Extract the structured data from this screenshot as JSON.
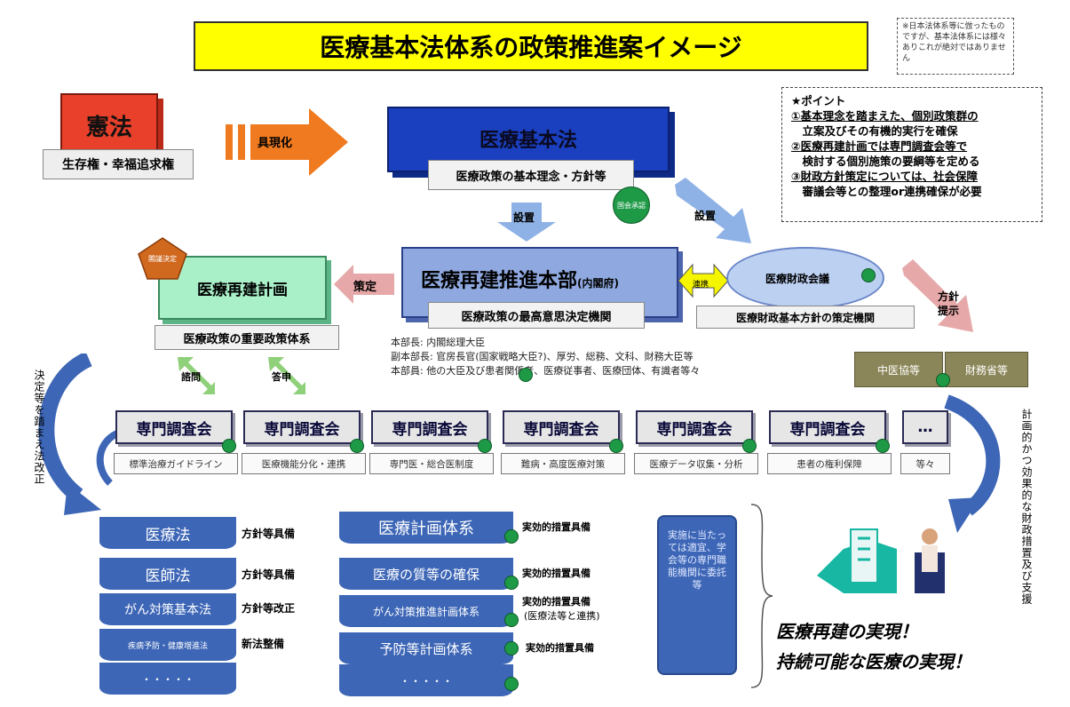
{
  "title": "医療基本法体系の政策推進案イメージ",
  "note": "※日本法体系等に倣ったものですが、基本法体系には様々ありこれが絶対ではありません",
  "points": {
    "header": "★ポイント",
    "lines": [
      "①基本理念を踏まえた、個別政策群の",
      "　立案及びその有機的実行を確保",
      "②医療再建計画では専門調査会等で",
      "　検討する個別施策の要綱等を定める",
      "③財政方針策定については、社会保障",
      "　審議会等との整理or連携確保が必要"
    ]
  },
  "kenpo": {
    "label": "憲法",
    "sub": "生存権・幸福追求権"
  },
  "arrow_gutaika": "具現化",
  "kihonho": {
    "label": "医療基本法",
    "sub": "医療政策の基本理念・方針等",
    "badge": "国会承認"
  },
  "arrow_setchi_1": "設置",
  "arrow_setchi_2": "設置",
  "honbu": {
    "label": "医療再建推進本部",
    "suffix": "(内閣府)",
    "sub": "医療政策の最高意思決定機関"
  },
  "arrow_sakutei": "策定",
  "keikaku": {
    "label": "医療再建計画",
    "sub": "医療政策の重要政策体系",
    "badge": "閣議決定"
  },
  "renkei": "連携",
  "zaisei": {
    "label": "医療財政会議",
    "sub": "医療財政基本方針の策定機関"
  },
  "houshin_teiji": "方針提示",
  "members": {
    "line1": "本部長: 内閣総理大臣",
    "line2": "副本部長: 官房長官(国家戦略大臣?)、厚労、総務、文科、財務大臣等",
    "line3": "本部員: 他の大臣及び患者関係者、医療従事者、医療団体、有識者等々"
  },
  "haifu_1": "諮問",
  "haifu_2": "答申",
  "olive": {
    "left": "中医協等",
    "right": "財務省等"
  },
  "left_vertical": "決定等を踏まえ法改正",
  "right_vertical": "計画的かつ効果的な財政措置及び支援",
  "committees": {
    "label": "専門調査会",
    "more": "…",
    "topics": [
      "標準治療ガイドライン",
      "医療機能分化・連携",
      "専門医・総合医制度",
      "難病・高度医療対策",
      "医療データ収集・分析",
      "患者の権利保障",
      "等々"
    ]
  },
  "laws": [
    {
      "name": "医療法",
      "note": "方針等具備"
    },
    {
      "name": "医師法",
      "note": "方針等具備"
    },
    {
      "name": "がん対策基本法",
      "note": "方針等改正"
    },
    {
      "name": "疾病予防・健康増進法",
      "note": "新法整備"
    },
    {
      "name": "・・・・・",
      "note": ""
    }
  ],
  "measures": [
    {
      "name": "医療計画体系",
      "note": "実効的措置具備",
      "note2": ""
    },
    {
      "name": "医療の質等の確保",
      "note": "実効的措置具備",
      "note2": ""
    },
    {
      "name": "がん対策推進計画体系",
      "note": "実効的措置具備",
      "note2": "(医療法等と連携)"
    },
    {
      "name": "予防等計画体系",
      "note": "実効的措置具備",
      "note2": ""
    },
    {
      "name": "・・・・・",
      "note": "",
      "note2": ""
    }
  ],
  "scroll_text": "実施に当たっては適宜、学会等の専門職能機関に委託等",
  "realize": {
    "line1": "医療再建の実現！",
    "line2": "持続可能な医療の実現！"
  },
  "colors": {
    "title_bg": "#ffff00",
    "kenpo": "#e8402a",
    "kihon": "#1a3fbf",
    "honbu": "#8fa9e0",
    "keikaku": "#a9f0c9",
    "banner": "#3d66b6",
    "olive": "#8b8659",
    "dot": "#1e9a47"
  }
}
